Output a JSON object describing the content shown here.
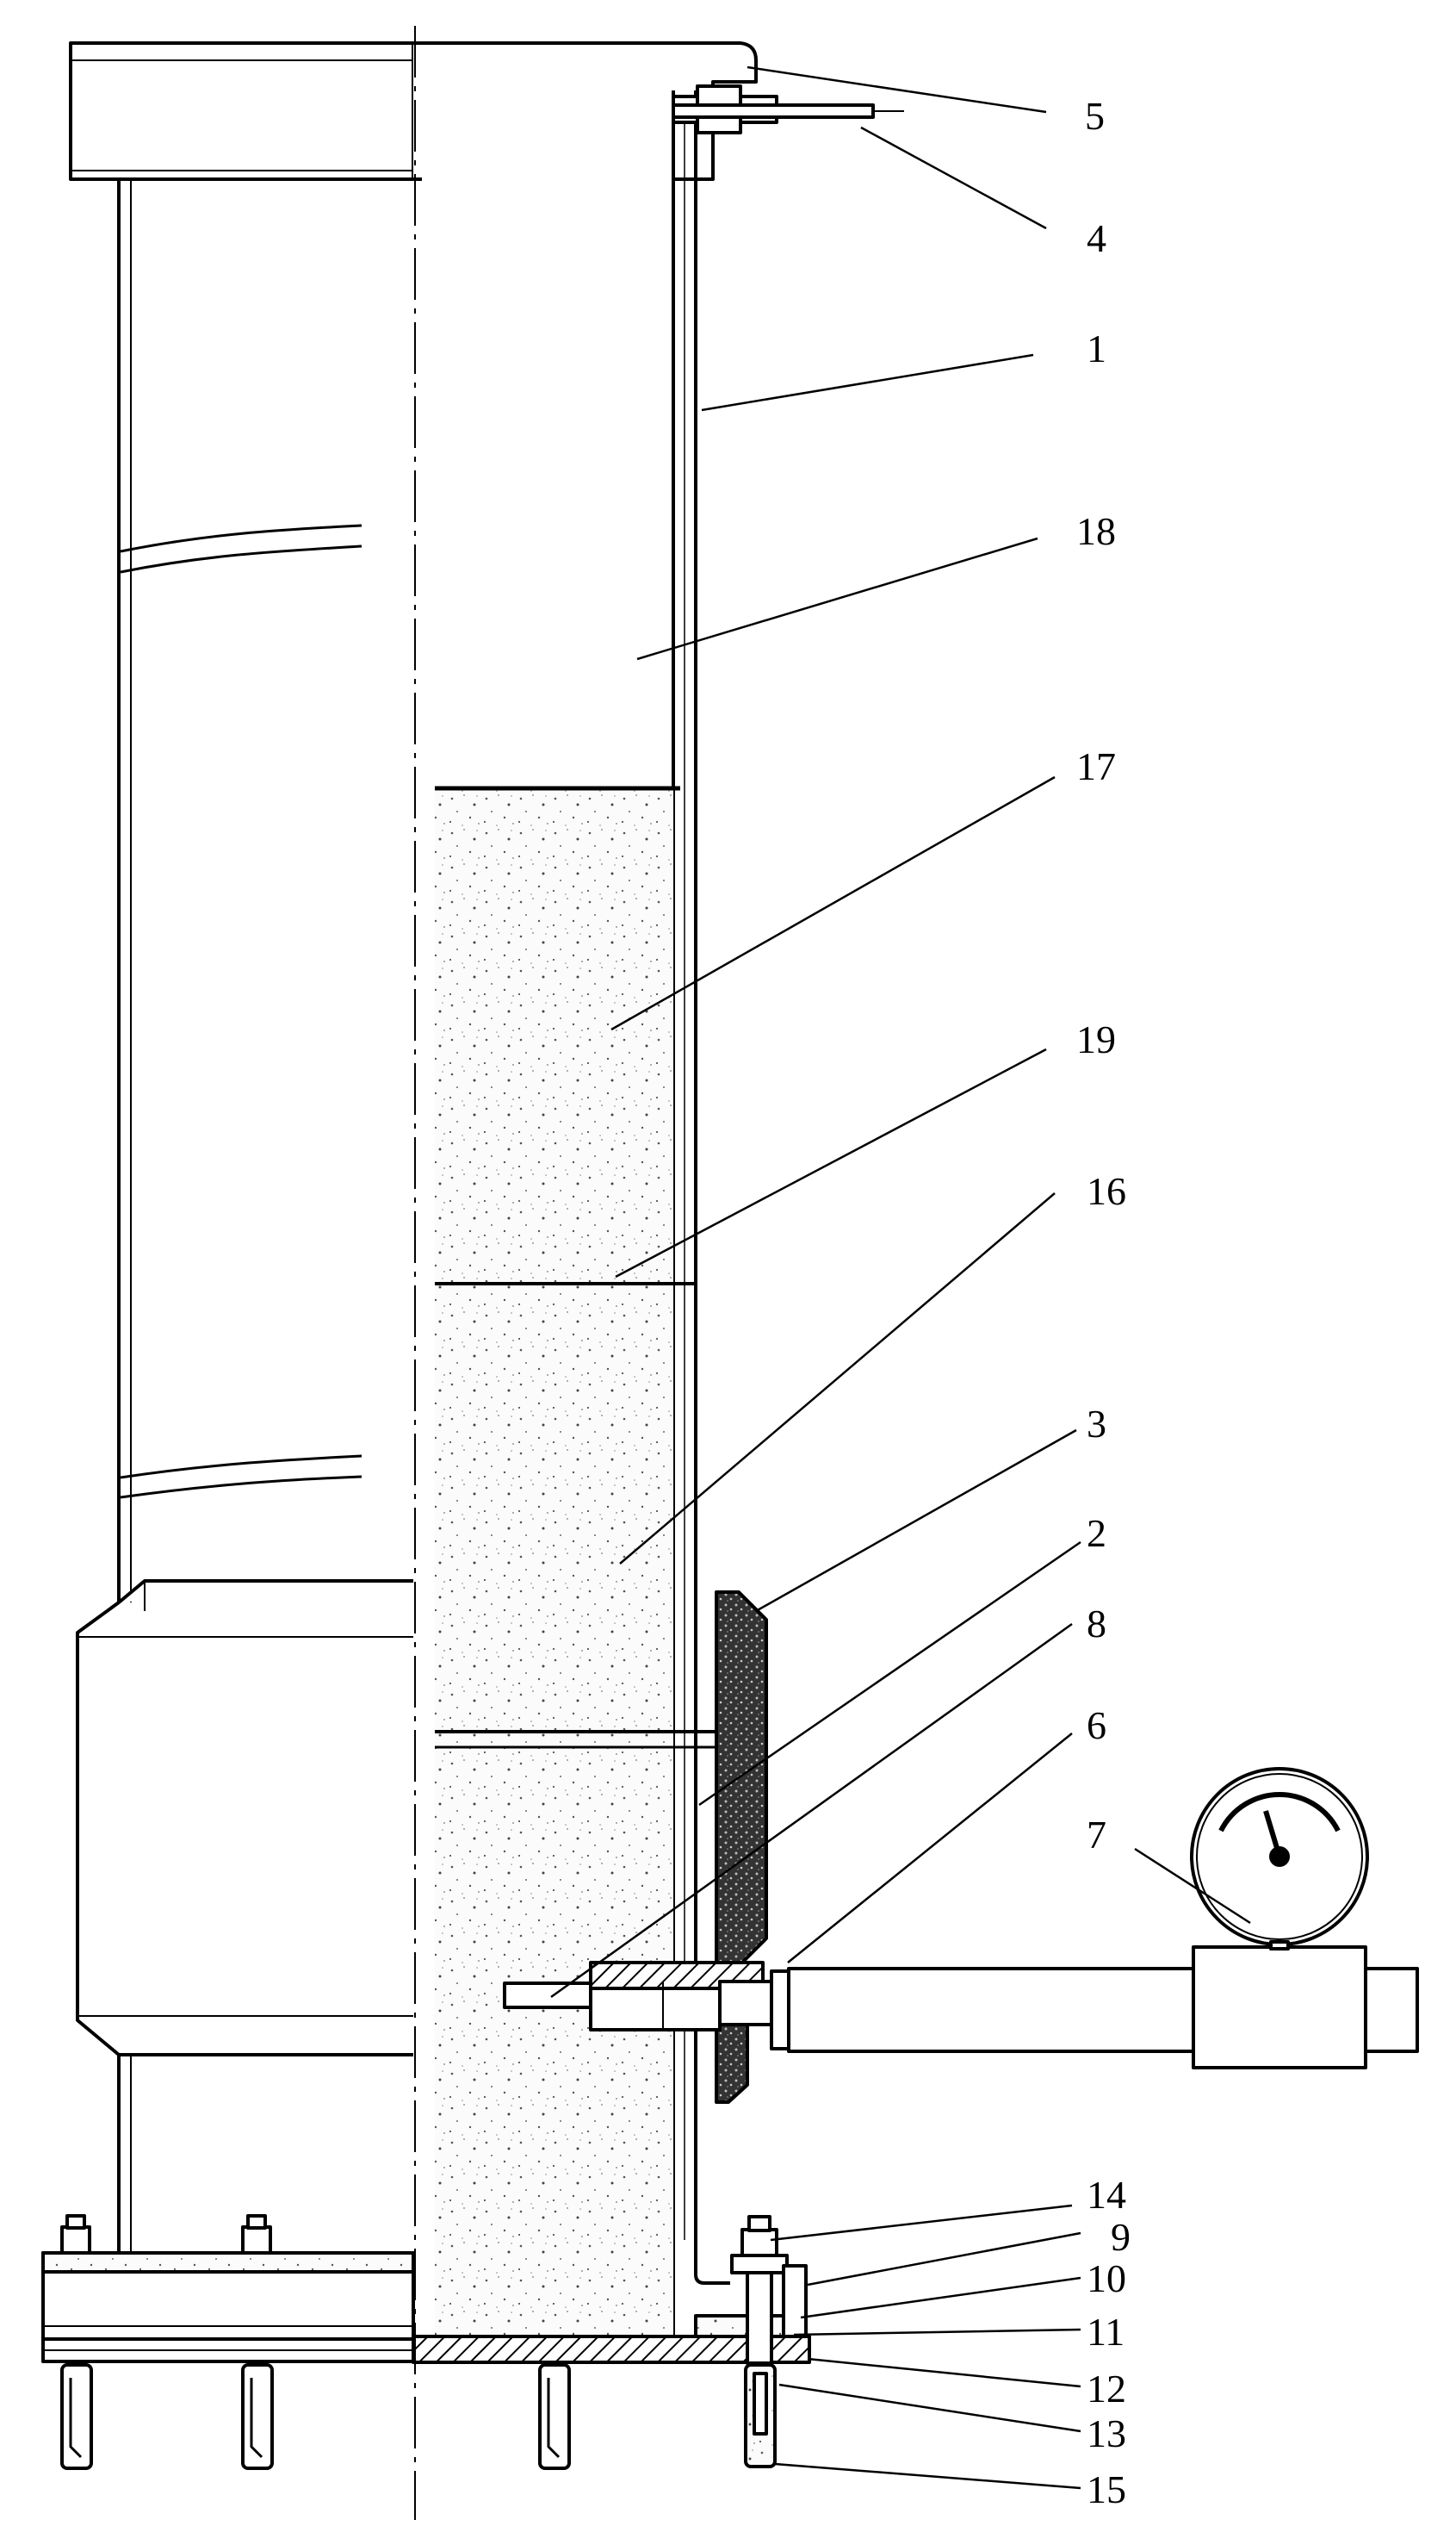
{
  "figure": {
    "callouts": [
      {
        "id": "c5",
        "label": "5"
      },
      {
        "id": "c4",
        "label": "4"
      },
      {
        "id": "c1",
        "label": "1"
      },
      {
        "id": "c18",
        "label": "18"
      },
      {
        "id": "c17",
        "label": "17"
      },
      {
        "id": "c19",
        "label": "19"
      },
      {
        "id": "c16",
        "label": "16"
      },
      {
        "id": "c3",
        "label": "3"
      },
      {
        "id": "c2",
        "label": "2"
      },
      {
        "id": "c8",
        "label": "8"
      },
      {
        "id": "c6",
        "label": "6"
      },
      {
        "id": "c7",
        "label": "7"
      },
      {
        "id": "c14",
        "label": "14"
      },
      {
        "id": "c9",
        "label": "9"
      },
      {
        "id": "c10",
        "label": "10"
      },
      {
        "id": "c11",
        "label": "11"
      },
      {
        "id": "c12",
        "label": "12"
      },
      {
        "id": "c13",
        "label": "13"
      },
      {
        "id": "c15",
        "label": "15"
      }
    ]
  }
}
